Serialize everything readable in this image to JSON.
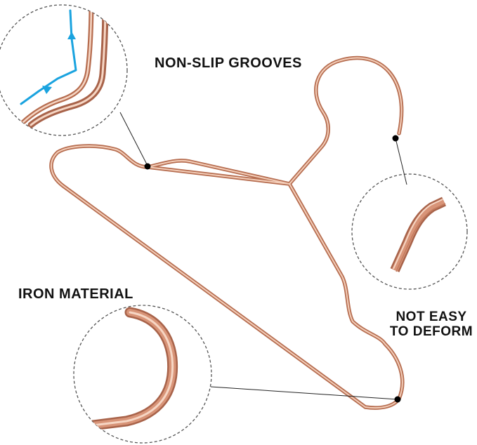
{
  "labels": {
    "grooves": "NON-SLIP GROOVES",
    "iron": "IRON MATERIAL",
    "deform": "NOT EASY\nTO DEFORM"
  },
  "colors": {
    "wire": "#d89478",
    "wire_highlight": "#f6d6c4",
    "wire_shadow": "#a8634a",
    "arrow": "#1aa3df",
    "callout_line": "#222222",
    "dot": "#000000",
    "circle_border": "#555555"
  },
  "icons": [
    "clothes-hanger",
    "arrow-up-icon",
    "arrow-right-icon"
  ]
}
